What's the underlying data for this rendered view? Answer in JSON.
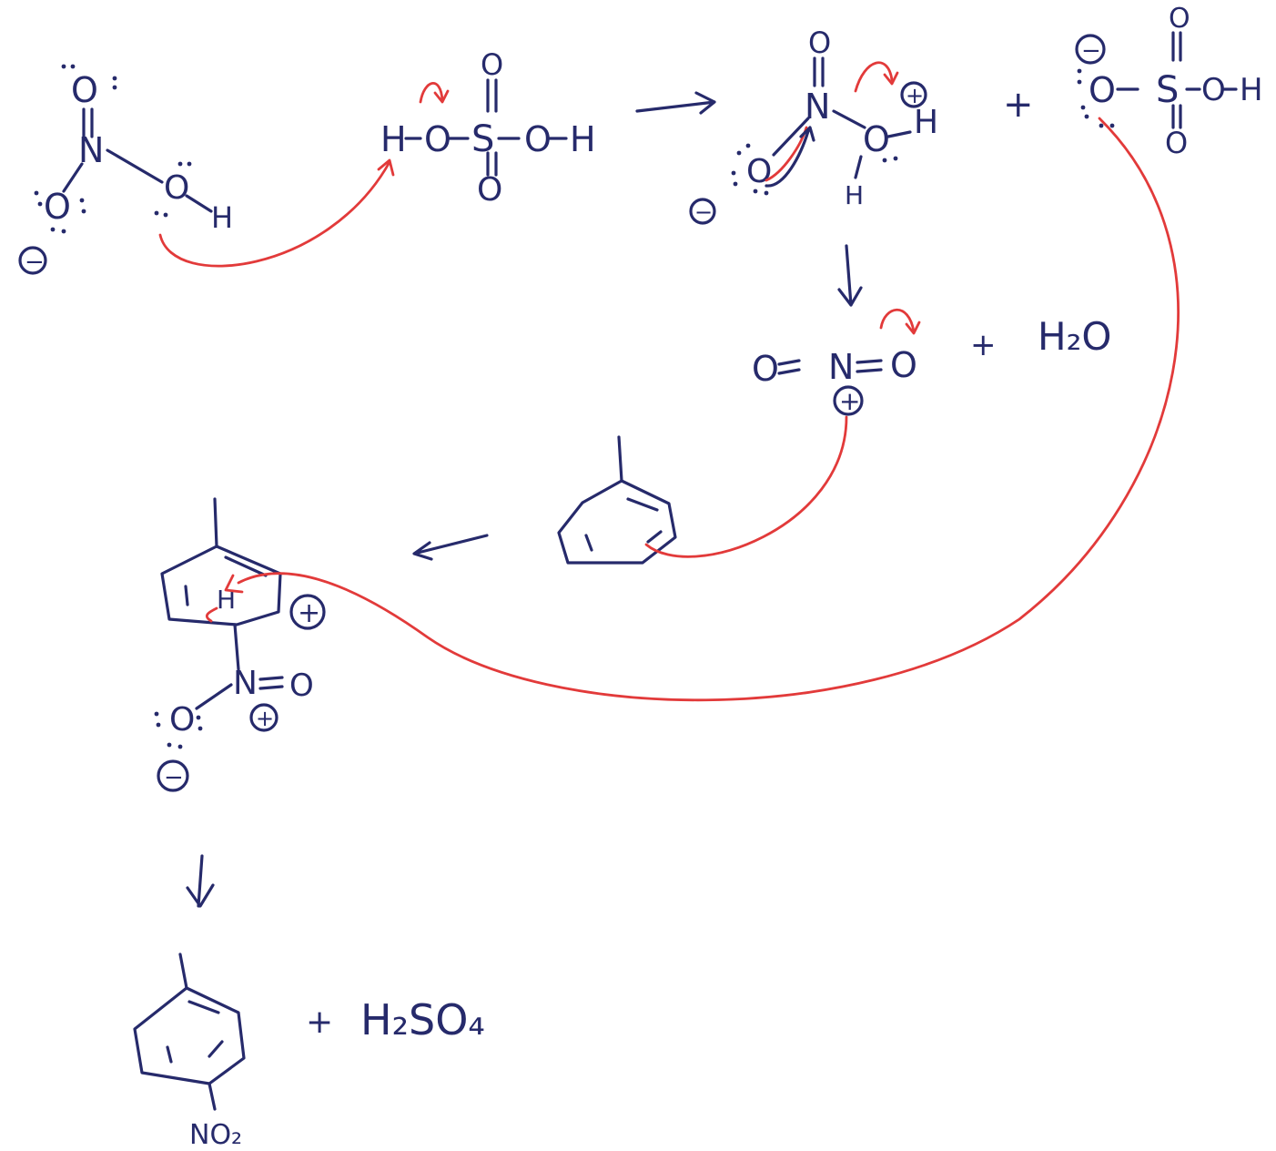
{
  "atoms": {
    "O": "O",
    "N": "N",
    "H": "H",
    "S": "S",
    "plus": "+",
    "minus": "−"
  },
  "formulas": {
    "water": "H₂O",
    "sulfuric_acid": "H₂SO₄",
    "nitro_group": "NO₂"
  },
  "colors": {
    "structure_ink": "#262a6b",
    "electron_arrow": "#e23a3a"
  }
}
